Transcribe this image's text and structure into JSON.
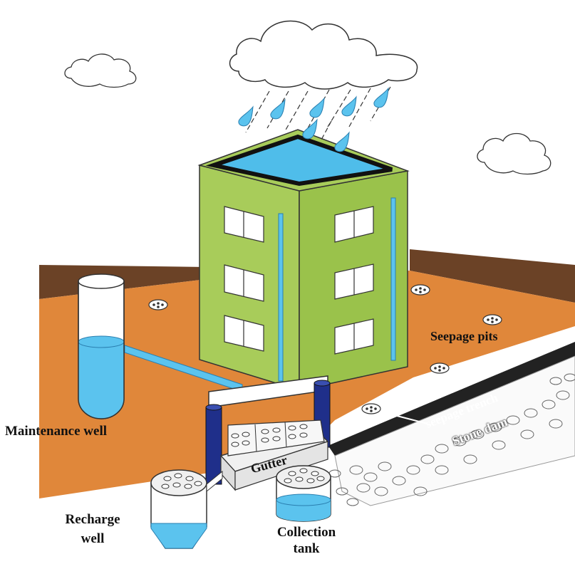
{
  "diagram": {
    "labels": {
      "maintenance_well": "Maintenance well",
      "recharge_well_line1": "Recharge",
      "recharge_well_line2": "well",
      "collection_tank_line1": "Collection",
      "collection_tank_line2": "tank",
      "gutter": "Gutter",
      "seepage_pits": "Seepage pits",
      "seepage_trench": "seepage trench",
      "stone_dam": "Stone dam"
    },
    "colors": {
      "ground_orange": "#E0873A",
      "soil_brown": "#6B4226",
      "building_green": "#A8CC5A",
      "building_green_dark": "#8CB444",
      "water_blue": "#5BC3EE",
      "roof_blue": "#4FBDEA",
      "pipe_navy": "#1F2F8A",
      "trench_black": "#1a1a1a",
      "cloud_white": "#ffffff"
    },
    "icons": [
      "cloud-icon",
      "raindrop-icon",
      "seepage-pit-icon"
    ]
  }
}
